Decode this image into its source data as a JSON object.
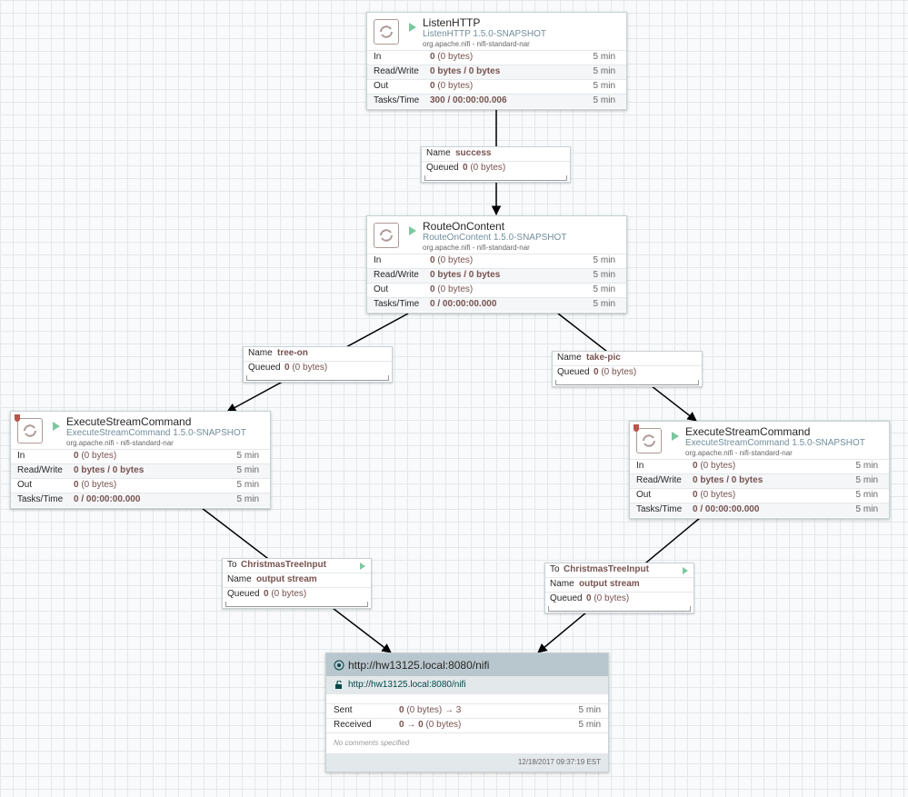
{
  "processors": [
    {
      "name": "ListenHTTP",
      "type": "ListenHTTP 1.5.0-SNAPSHOT",
      "bundle": "org.apache.nifi - nifi-standard-nar",
      "status": "running",
      "stats": [
        {
          "label": "In",
          "value": "0",
          "detail": " (0 bytes)",
          "time": "5 min"
        },
        {
          "label": "Read/Write",
          "value": "0 bytes / 0 bytes",
          "detail": "",
          "time": "5 min"
        },
        {
          "label": "Out",
          "value": "0",
          "detail": " (0 bytes)",
          "time": "5 min"
        },
        {
          "label": "Tasks/Time",
          "value": "300 / 00:00:00.006",
          "detail": "",
          "time": "5 min"
        }
      ]
    },
    {
      "name": "RouteOnContent",
      "type": "RouteOnContent 1.5.0-SNAPSHOT",
      "bundle": "org.apache.nifi - nifi-standard-nar",
      "status": "running",
      "stats": [
        {
          "label": "In",
          "value": "0",
          "detail": " (0 bytes)",
          "time": "5 min"
        },
        {
          "label": "Read/Write",
          "value": "0 bytes / 0 bytes",
          "detail": "",
          "time": "5 min"
        },
        {
          "label": "Out",
          "value": "0",
          "detail": " (0 bytes)",
          "time": "5 min"
        },
        {
          "label": "Tasks/Time",
          "value": "0 / 00:00:00.000",
          "detail": "",
          "time": "5 min"
        }
      ]
    },
    {
      "name": "ExecuteStreamCommand",
      "type": "ExecuteStreamCommand 1.5.0-SNAPSHOT",
      "bundle": "org.apache.nifi - nifi-standard-nar",
      "status": "running",
      "stats": [
        {
          "label": "In",
          "value": "0",
          "detail": " (0 bytes)",
          "time": "5 min"
        },
        {
          "label": "Read/Write",
          "value": "0 bytes / 0 bytes",
          "detail": "",
          "time": "5 min"
        },
        {
          "label": "Out",
          "value": "0",
          "detail": " (0 bytes)",
          "time": "5 min"
        },
        {
          "label": "Tasks/Time",
          "value": "0 / 00:00:00.000",
          "detail": "",
          "time": "5 min"
        }
      ]
    },
    {
      "name": "ExecuteStreamCommand",
      "type": "ExecuteStreamCommand 1.5.0-SNAPSHOT",
      "bundle": "org.apache.nifi - nifi-standard-nar",
      "status": "running",
      "stats": [
        {
          "label": "In",
          "value": "0",
          "detail": " (0 bytes)",
          "time": "5 min"
        },
        {
          "label": "Read/Write",
          "value": "0 bytes / 0 bytes",
          "detail": "",
          "time": "5 min"
        },
        {
          "label": "Out",
          "value": "0",
          "detail": " (0 bytes)",
          "time": "5 min"
        },
        {
          "label": "Tasks/Time",
          "value": "0 / 00:00:00.000",
          "detail": "",
          "time": "5 min"
        }
      ]
    }
  ],
  "connections": [
    {
      "to_label": "",
      "to": "",
      "name_label": "Name",
      "name": "success",
      "queued_label": "Queued",
      "queued": "0",
      "queued_detail": " (0 bytes)"
    },
    {
      "to_label": "",
      "to": "",
      "name_label": "Name",
      "name": "tree-on",
      "queued_label": "Queued",
      "queued": "0",
      "queued_detail": " (0 bytes)"
    },
    {
      "to_label": "",
      "to": "",
      "name_label": "Name",
      "name": "take-pic",
      "queued_label": "Queued",
      "queued": "0",
      "queued_detail": " (0 bytes)"
    },
    {
      "to_label": "To",
      "to": "ChristmasTreeInput",
      "name_label": "Name",
      "name": "output stream",
      "queued_label": "Queued",
      "queued": "0",
      "queued_detail": " (0 bytes)"
    },
    {
      "to_label": "To",
      "to": "ChristmasTreeInput",
      "name_label": "Name",
      "name": "output stream",
      "queued_label": "Queued",
      "queued": "0",
      "queued_detail": " (0 bytes)"
    }
  ],
  "remote_group": {
    "title": "http://hw13125.local:8080/nifi",
    "url": "http://hw13125.local:8080/nifi",
    "stats": [
      {
        "label": "Sent",
        "value": "0",
        "detail": " (0 bytes) → 3",
        "time": "5 min"
      },
      {
        "label": "Received",
        "value": "0 → 0",
        "detail": " (0 bytes)",
        "time": "5 min"
      }
    ],
    "comments": "No comments specified",
    "timestamp": "12/18/2017 09:37:19 EST"
  },
  "colors": {
    "accent_value": "#775351",
    "type_text": "#728e9b",
    "running": "#7dc7a0",
    "rpg_header": "#b8c6cd"
  }
}
